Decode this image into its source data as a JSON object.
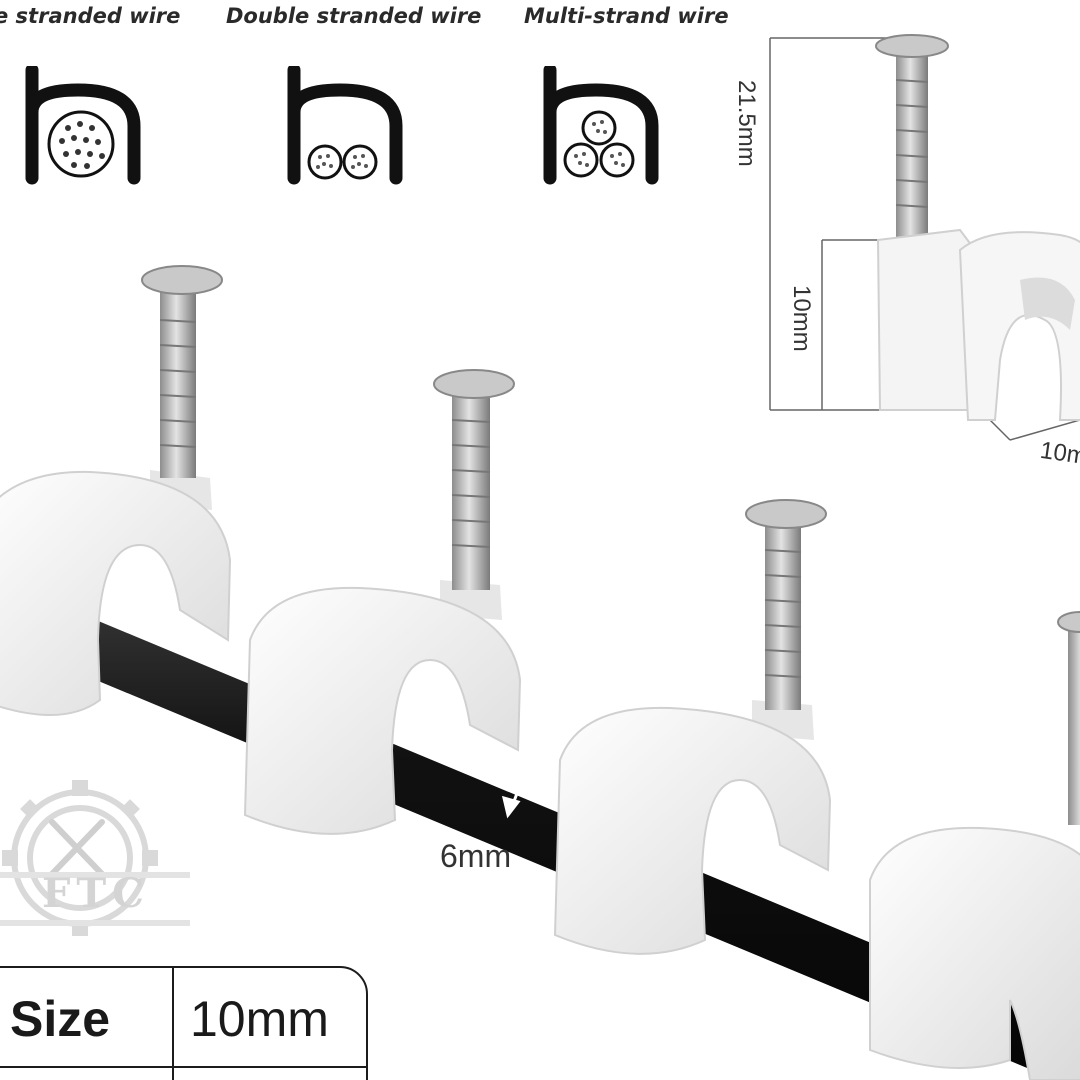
{
  "wire_types": [
    {
      "label": "e stranded wire",
      "icon": "single-stranded-wire-icon"
    },
    {
      "label": "Double stranded wire",
      "icon": "double-stranded-wire-icon"
    },
    {
      "label": "Multi-strand wire",
      "icon": "multi-strand-wire-icon"
    }
  ],
  "dimensions": {
    "total_height": "21.5mm",
    "clip_height": "10mm",
    "clip_width": "10m",
    "cable_diameter": "6mm"
  },
  "spec_table": {
    "size_key": "Size",
    "size_value": "10mm"
  },
  "logo": {
    "text": "FTC"
  },
  "colors": {
    "clip": "#f2f2f2",
    "clip_shadow": "#d6d6d6",
    "cable": "#111111",
    "nail": "#b9b9b9",
    "text": "#2a2a2a"
  }
}
